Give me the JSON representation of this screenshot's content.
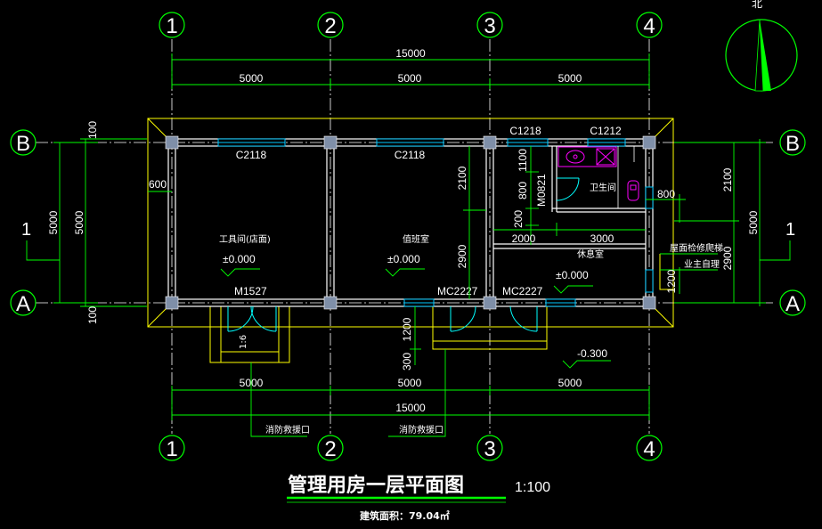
{
  "colors": {
    "background": "#000000",
    "wall": "#ffffff",
    "dimension": "#00ff00",
    "outline": "#ffff00",
    "column": "#7f8fa8",
    "window": "#00c8ff",
    "door": "#00ffff",
    "fixture": "#ff00ff",
    "text": "#ffffff"
  },
  "grid_axes": {
    "columns": [
      "1",
      "2",
      "3",
      "4"
    ],
    "rows": [
      "B",
      "A"
    ]
  },
  "dimensions": {
    "top_total": "15000",
    "top_spans": [
      "5000",
      "5000",
      "5000"
    ],
    "bottom_spans": [
      "5000",
      "5000",
      "5000"
    ],
    "bottom_total": "15000",
    "left_total": "5000",
    "left_inner": "5000",
    "left_top": "100",
    "left_bottom": "100",
    "right_inner": "5000",
    "right_upper": "2100",
    "right_lower": "2900",
    "wall_offset": "600",
    "col3_upper": "2100",
    "col3_lower": "2900",
    "bath_h1": "1100",
    "bath_h2": "800",
    "bath_h3": "200",
    "room_w1": "2000",
    "room_w2": "3000",
    "bath_side": "800",
    "right_window": "1200",
    "door_step1": "1200",
    "door_step2": "300"
  },
  "windows": {
    "w1": "C2118",
    "w2": "C2118",
    "w3": "C1218",
    "w4": "C1212"
  },
  "doors": {
    "d1": "M1527",
    "d2": "MC2227",
    "d3": "MC2227",
    "d4": "M0821"
  },
  "rooms": {
    "tool_room": "工具间(店面)",
    "duty_room": "值班室",
    "rest_room": "休息室",
    "toilet": "卫生间",
    "level": "±0.000",
    "outdoor_level": "-0.300"
  },
  "notes": {
    "ramp": "1:6",
    "section_mark": "1",
    "fire_rescue": "消防救援口",
    "roof_access": "屋面检修爬梯",
    "owner_note": "业主自理",
    "north": "北"
  },
  "title": {
    "main": "管理用房一层平面图",
    "scale": "1:100",
    "area": "建筑面积：79.04㎡"
  }
}
